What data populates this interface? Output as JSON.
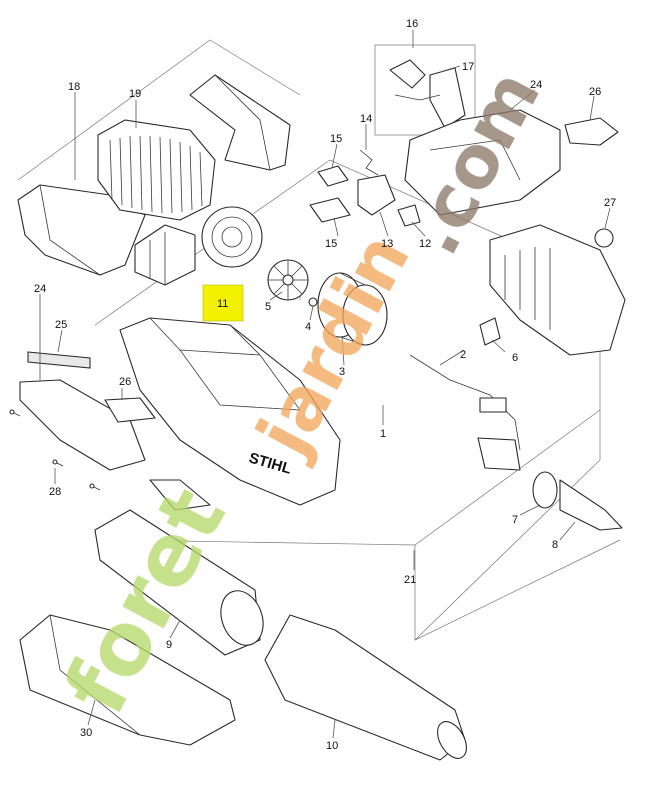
{
  "brand_label": "STIHL",
  "highlight": {
    "callout": "11",
    "color": "#f2f200"
  },
  "watermark": {
    "part_a": "foret",
    "part_b": "jardin",
    "part_c": ".com",
    "color_a": "#b5d96b",
    "color_b": "#f3a75c",
    "color_c": "#8c7b69"
  },
  "callouts": {
    "c1": "1",
    "c2": "2",
    "c3": "3",
    "c4": "4",
    "c5": "5",
    "c6": "6",
    "c7": "7",
    "c8": "8",
    "c9": "9",
    "c10": "10",
    "c12": "12",
    "c13": "13",
    "c14": "14",
    "c15a": "15",
    "c15b": "15",
    "c16": "16",
    "c17": "17",
    "c18": "18",
    "c19": "19",
    "c21": "21",
    "c24a": "24",
    "c24b": "24",
    "c25": "25",
    "c26a": "26",
    "c26b": "26",
    "c27": "27",
    "c28": "28",
    "c30": "30"
  }
}
